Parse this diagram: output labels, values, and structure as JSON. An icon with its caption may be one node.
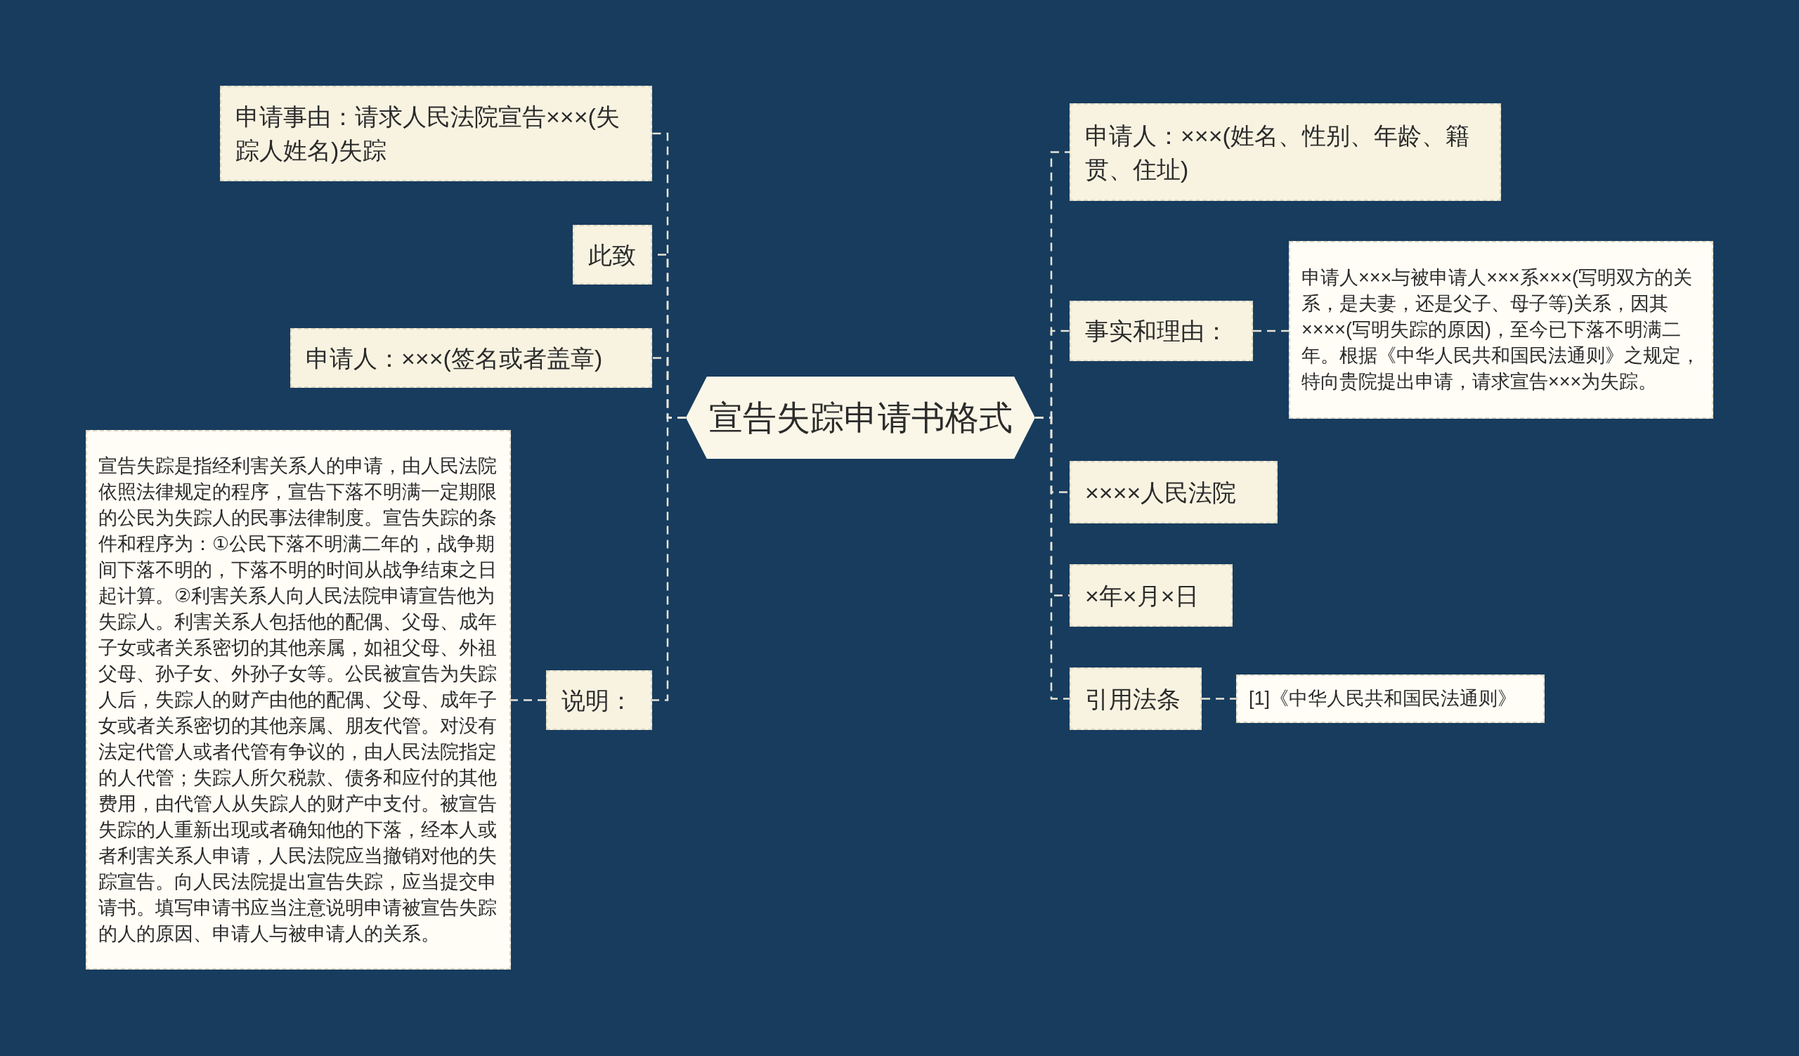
{
  "diagram": {
    "nodes": [
      {
        "text": [
          "宣告失踪申请书格式"
        ]
      },
      {
        "text": [
          "申请事由：请求人民法院宣告×××(失踪人姓名)失踪"
        ]
      },
      {
        "text": [
          "此致"
        ]
      },
      {
        "text": [
          "申请人：×××(签名或者盖章)"
        ]
      },
      {
        "text": [
          "说明："
        ]
      },
      {
        "text": [
          "宣告失踪是指经利害关系人的申请，由人民法院依照法律规定的程序，宣告下落不明满一定期限的公民为失踪人的民事法律制度。宣告失踪的条件和程序为：①公民下落不明满二年的，战争期间下落不明的，下落不明的时间从战争结束之日起计算。②利害关系人向人民法院申请宣告他为失踪人。利害关系人包括他的配偶、父母、成年子女或者关系密切的其他亲属，如祖父母、外祖父母、孙子女、外孙子女等。公民被宣告为失踪人后，失踪人的财产由他的配偶、父母、成年子女或者关系密切的其他亲属、朋友代管。对没有法定代管人或者代管有争议的，由人民法院指定的人代管；失踪人所欠税款、债务和应付的其他费用，由代管人从失踪人的财产中支付。被宣告失踪的人重新出现或者确知他的下落，经本人或者利害关系人申请，人民法院应当撤销对他的失踪宣告。向人民法院提出宣告失踪，应当提交申请书。填写申请书应当注意说明申请被宣告失踪的人的原因、申请人与被申请人的关系。"
        ]
      },
      {
        "text": [
          "申请人：×××(姓名、性别、年龄、籍贯、住址)"
        ]
      },
      {
        "text": [
          "事实和理由："
        ]
      },
      {
        "text": [
          "申请人×××与被申请人×××系×××(写明双方的关系，是夫妻，还是父子、母子等)关系，因其××××(写明失踪的原因)，至今已下落不明满二年。根据《中华人民共和国民法通则》之规定，特向贵院提出申请，请求宣告×××为失踪。"
        ]
      },
      {
        "text": [
          "××××人民法院"
        ]
      },
      {
        "text": [
          "×年×月×日"
        ]
      },
      {
        "text": [
          "引用法条"
        ]
      },
      {
        "text": [
          "[1]《中华人民共和国民法通则》"
        ]
      }
    ],
    "edges": [
      {
        "from": 0,
        "to": 1,
        "arrow": "none",
        "style": "dashed"
      },
      {
        "from": 0,
        "to": 2,
        "arrow": "none",
        "style": "dashed"
      },
      {
        "from": 0,
        "to": 3,
        "arrow": "none",
        "style": "dashed"
      },
      {
        "from": 0,
        "to": 4,
        "arrow": "none",
        "style": "dashed"
      },
      {
        "from": 4,
        "to": 5,
        "arrow": "none",
        "style": "dashed"
      },
      {
        "from": 0,
        "to": 6,
        "arrow": "none",
        "style": "dashed"
      },
      {
        "from": 0,
        "to": 7,
        "arrow": "none",
        "style": "dashed"
      },
      {
        "from": 7,
        "to": 8,
        "arrow": "none",
        "style": "dashed"
      },
      {
        "from": 0,
        "to": 9,
        "arrow": "none",
        "style": "dashed"
      },
      {
        "from": 0,
        "to": 10,
        "arrow": "none",
        "style": "dashed"
      },
      {
        "from": 0,
        "to": 11,
        "arrow": "none",
        "style": "dashed"
      },
      {
        "from": 11,
        "to": 12,
        "arrow": "none",
        "style": "dashed"
      }
    ]
  }
}
